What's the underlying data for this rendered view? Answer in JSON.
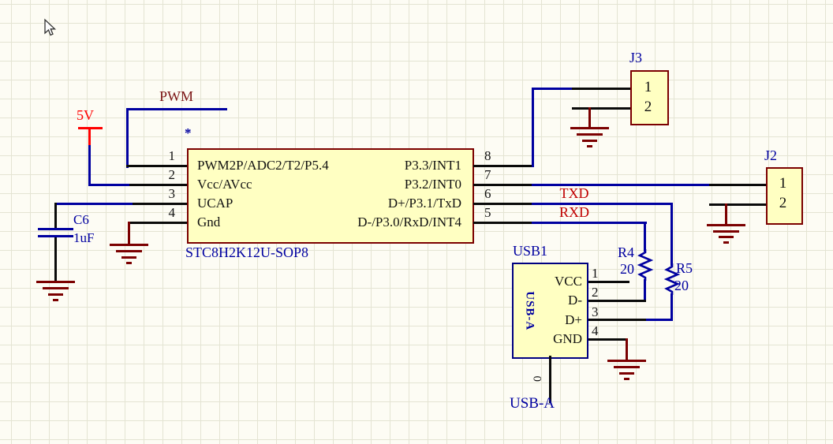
{
  "ic": {
    "designator_marker": "*",
    "part_label": "STC8H2K12U-SOP8",
    "left_pins": [
      {
        "num": "1",
        "name": "PWM2P/ADC2/T2/P5.4"
      },
      {
        "num": "2",
        "name": "Vcc/AVcc"
      },
      {
        "num": "3",
        "name": "UCAP"
      },
      {
        "num": "4",
        "name": "Gnd"
      }
    ],
    "right_pins": [
      {
        "num": "8",
        "name": "P3.3/INT1"
      },
      {
        "num": "7",
        "name": "P3.2/INT0"
      },
      {
        "num": "6",
        "name": "D+/P3.1/TxD"
      },
      {
        "num": "5",
        "name": "D-/P3.0/RxD/INT4"
      }
    ]
  },
  "net_labels": {
    "pwm": "PWM",
    "power_5v": "5V",
    "txd": "TXD",
    "rxd": "RXD"
  },
  "capacitor_c6": {
    "designator": "C6",
    "value": "1uF"
  },
  "resistor_r4": {
    "designator": "R4",
    "value": "20"
  },
  "resistor_r5": {
    "designator": "R5",
    "value": "20"
  },
  "connector_j3": {
    "designator": "J3",
    "pin1": "1",
    "pin2": "2"
  },
  "connector_j2": {
    "designator": "J2",
    "pin1": "1",
    "pin2": "2"
  },
  "usb1": {
    "designator": "USB1",
    "body_label": "USB-A",
    "pins": [
      {
        "num": "1",
        "name": "VCC"
      },
      {
        "num": "2",
        "name": "D-"
      },
      {
        "num": "3",
        "name": "D+"
      },
      {
        "num": "4",
        "name": "GND"
      }
    ],
    "shield_pin_num": "0",
    "net_label": "USB-A"
  },
  "colors": {
    "wire_blue": "#0000a0",
    "pin_black": "#0a0a0a",
    "ground_maroon": "#7b0000",
    "power_red": "#ff0000",
    "net_label_red": "#c00000",
    "component_fill": "#ffffc2",
    "component_border_maroon": "#7b0000",
    "usb_border_navy": "#000080",
    "designator_navy": "#0000a0",
    "background": "#fdfcf4",
    "grid_line": "#e4e4d3"
  }
}
